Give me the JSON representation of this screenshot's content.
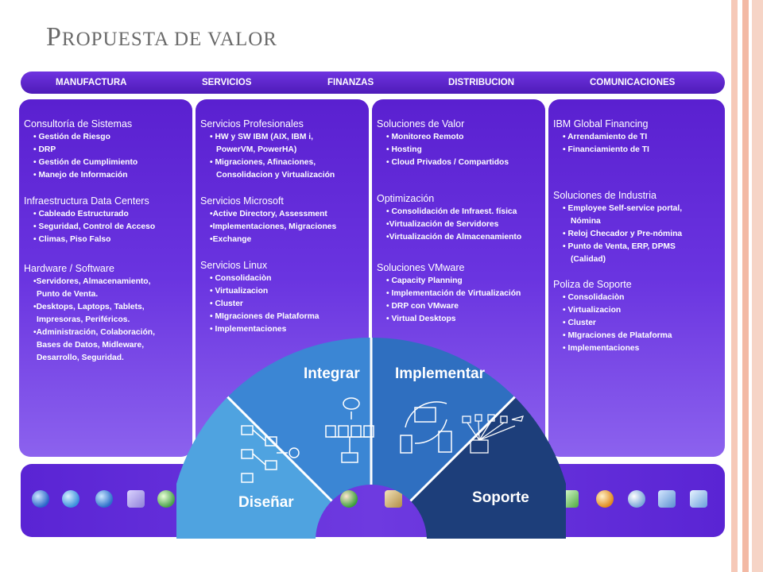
{
  "slide": {
    "title_cap": "P",
    "title_rest": "ropuesta de valor"
  },
  "topbar": {
    "labels": [
      "MANUFACTURA",
      "SERVICIOS",
      "FINANZAS",
      "DISTRIBUCION",
      "COMUNICACIONES"
    ]
  },
  "panel1": {
    "sec1": "Consultoría de Sistemas",
    "sec1_items": [
      "• Gestión de Riesgo",
      "• DRP",
      "• Gestión de Cumplimiento",
      "• Manejo de Información"
    ],
    "sec2": "Infraestructura  Data Centers",
    "sec2_items": [
      "• Cableado Estructurado",
      "• Seguridad, Control de Acceso",
      "• Climas, Piso Falso"
    ],
    "sec3": "Hardware / Software",
    "sec3_items": [
      "•Servidores, Almacenamiento,",
      "Punto de Venta.",
      "•Desktops, Laptops, Tablets,",
      "Impresoras, Periféricos.",
      "•Administración, Colaboración,",
      "Bases de Datos, Midleware,",
      "Desarrollo, Seguridad."
    ]
  },
  "panel2": {
    "sec1": "Servicios Profesionales",
    "sec1_items": [
      "• HW y SW IBM (AIX, IBM i,",
      "PowerVM, PowerHA)",
      "• Migraciones, Afinaciones,",
      "Consolidacion y Virtualización"
    ],
    "sec2": "Servicios Microsoft",
    "sec2_items": [
      "•Active Directory, Assessment",
      "•Implementaciones, Migraciones",
      "•Exchange"
    ],
    "sec3": "Servicios Linux",
    "sec3_items": [
      "• Consolidaciòn",
      "• Virtualizacion",
      "• Cluster",
      "• MIgraciones de Plataforma",
      "• Implementaciones"
    ]
  },
  "panel3": {
    "sec1": "Soluciones de Valor",
    "sec1_items": [
      "• Monitoreo Remoto",
      "• Hosting",
      "• Cloud Privados / Compartidos"
    ],
    "sec2": "Optimización",
    "sec2_items": [
      "• Consolidación de Infraest.  física",
      "•Virtualización de Servidores",
      "•Virtualización de Almacenamiento"
    ],
    "sec3": "Soluciones VMware",
    "sec3_items": [
      "• Capacity Planning",
      "• Implementación de Virtualización",
      "• DRP con VMware",
      "• Virtual Desktops"
    ]
  },
  "panel4": {
    "sec1": "IBM Global Financing",
    "sec1_items": [
      "• Arrendamiento de TI",
      "• Financiamiento de TI"
    ],
    "sec2": "Soluciones de Industria",
    "sec2_items": [
      "• Employee Self-service portal,",
      "Nómina",
      "• Reloj Checador y Pre-nómina",
      "• Punto de Venta, ERP, DPMS",
      "(Calidad)"
    ],
    "sec3": "Poliza de Soporte",
    "sec3_items": [
      "• Consolidaciòn",
      "• Virtualizacion",
      "• Cluster",
      "• MIgraciones de Plataforma",
      "• Implementaciones"
    ]
  },
  "arc": {
    "disenar": "Diseñar",
    "integrar": "Integrar",
    "implementar": "Implementar",
    "soporte": "Soporte"
  },
  "colors": {
    "panel_top": "#5a20d0",
    "panel_bottom": "#8c62ee",
    "disenar": "#4fa3e0",
    "integrar": "#3b86d4",
    "implementar": "#2f6fc0",
    "soporte": "#1d3e7a"
  }
}
